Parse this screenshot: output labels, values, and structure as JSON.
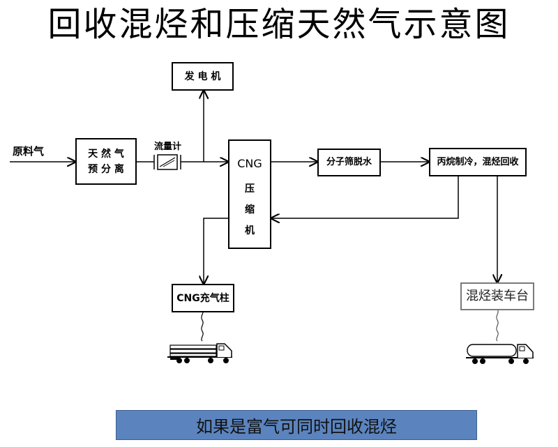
{
  "title": "回收混烃和压缩天然气示意图",
  "nodes": {
    "feed_gas": "原料气",
    "pre_separation_line1": "天 然 气",
    "pre_separation_line2": "预 分 离",
    "flow_meter": "流量计",
    "generator": "发 电 机",
    "cng_compressor_top": "CNG",
    "cng_compressor_chars": [
      "压",
      "缩",
      "机"
    ],
    "mol_sieve": "分子筛脱水",
    "propane_refrig": "丙烷制冷，混烃回收",
    "cng_station": "CNG充气柱",
    "lpg_loading": "混烃装车台"
  },
  "footer": "如果是富气可同时回收混烃"
}
